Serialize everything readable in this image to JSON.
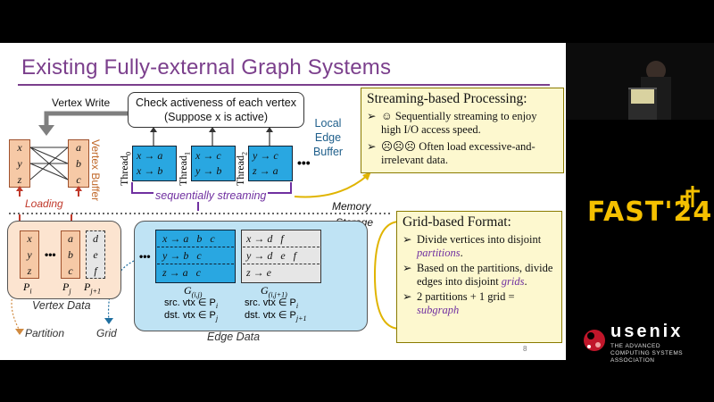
{
  "slide": {
    "title": "Existing Fully-external Graph Systems",
    "page_number": "8",
    "vertex_write": "Vertex Write",
    "check_box": "Check activeness of each vertex (Suppose x is active)",
    "local_edge_buffer": "Local Edge Buffer",
    "vertex_buffer": "Vertex Buffer",
    "loading": "Loading",
    "memory": "Memory",
    "storage": "Storage",
    "sequential": "sequentially streaming",
    "threads": [
      "Thread",
      "Thread",
      "Thread"
    ],
    "thread_subs": [
      "0",
      "1",
      "2"
    ],
    "thread_edges": [
      [
        "x → a",
        "x → b"
      ],
      [
        "x → c",
        "y → b"
      ],
      [
        "y → c",
        "z → a"
      ]
    ],
    "mem_col1": [
      "x",
      "y",
      "z"
    ],
    "mem_col2": [
      "a",
      "b",
      "c"
    ],
    "storage_cols": {
      "pi": [
        "x",
        "y",
        "z"
      ],
      "pj": [
        "a",
        "b",
        "c"
      ],
      "pj1": [
        "d",
        "e",
        "f"
      ],
      "labels": [
        "P",
        "P",
        "P"
      ],
      "label_subs": [
        "i",
        "j",
        "j+1"
      ]
    },
    "vertex_data": "Vertex Data",
    "partition": "Partition",
    "grid": "Grid",
    "edge_data": "Edge Data",
    "grid1": {
      "rows": [
        "x → a   b   c",
        "y → b   c",
        "z → a   c"
      ],
      "label": "G",
      "label_sub": "(i,j)",
      "src": "src. vtx ∈ P",
      "src_sub": "i",
      "dst": "dst. vtx ∈ P",
      "dst_sub": "j"
    },
    "grid2": {
      "rows": [
        "x → d   f",
        "y → d   e   f",
        "z → e"
      ],
      "label": "G",
      "label_sub": "(i,j+1)",
      "src": "src. vtx ∈ P",
      "src_sub": "i",
      "dst": "dst. vtx ∈ P",
      "dst_sub": "j+1"
    },
    "streaming_box": {
      "title": "Streaming-based Processing:",
      "b1": "☺ Sequentially streaming to enjoy high I/O access speed.",
      "b2": "☹☹☹ Often load excessive-and-irrelevant data."
    },
    "grid_box": {
      "title": "Grid-based Format:",
      "b1_pre": "Divide vertices into disjoint ",
      "b1_it": "partitions",
      "b2_pre": "Based on the partitions, divide edges into disjoint ",
      "b2_it": "grids",
      "b3_pre": "2 partitions + 1 grid = ",
      "b3_it": "subgraph"
    }
  },
  "sidebar": {
    "fast_logo": "FAST'24",
    "usenix": "usenix",
    "usenix_sub": "THE ADVANCED COMPUTING SYSTEMS ASSOCIATION"
  },
  "colors": {
    "title": "#7b3f8c",
    "thread": "#29a7e1",
    "fast": "#f5c000",
    "accent_purple": "#7030a0"
  }
}
